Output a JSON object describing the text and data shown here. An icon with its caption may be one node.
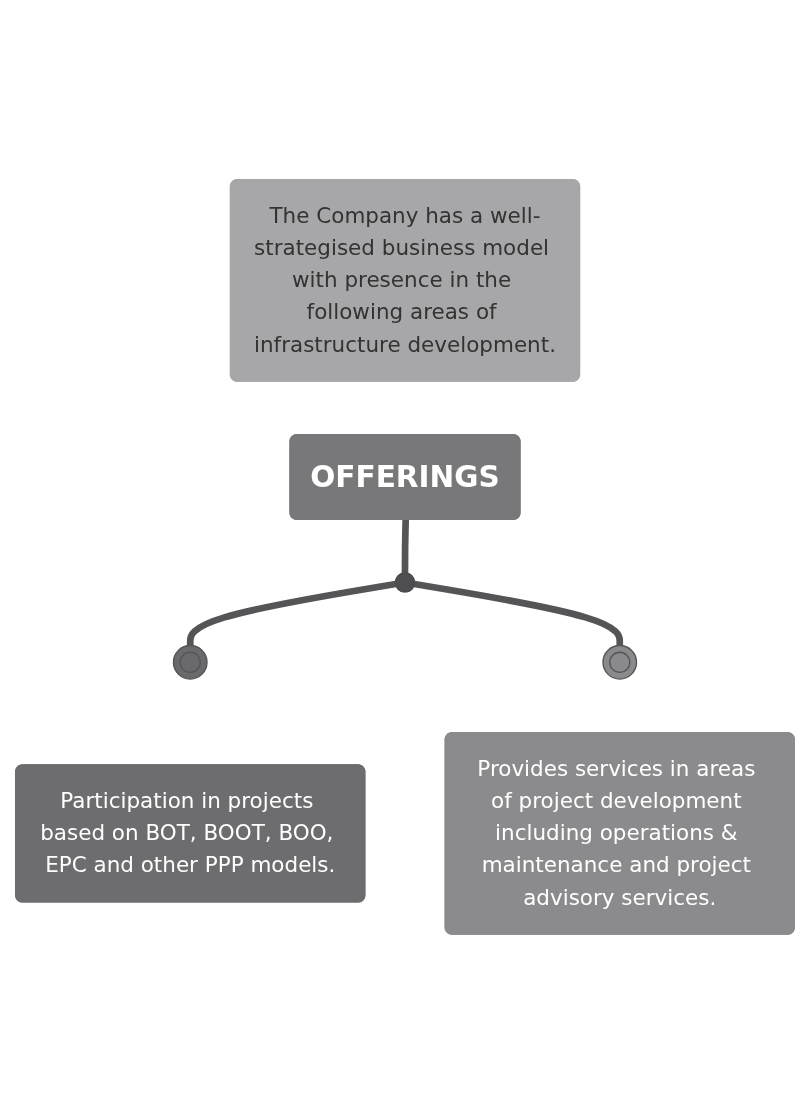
{
  "diagram": {
    "nodes": [
      {
        "text": [
          "The Company has a well-strategised business model with presence in the following areas of infrastructure development."
        ]
      },
      {
        "text": [
          "OFFERINGS"
        ]
      },
      {
        "text": [],
        "shape": "circle"
      },
      {
        "text": [],
        "shape": "circle"
      },
      {
        "text": [],
        "shape": "circle"
      },
      {
        "text": [
          "Participation in projects based on BOT, BOOT, BOO, EPC and other PPP models."
        ]
      },
      {
        "text": [
          "Provides services in areas of project development including operations & maintenance and project advisory services."
        ]
      }
    ],
    "edges": [
      {
        "from": 1,
        "to": 2,
        "arrow": "none"
      },
      {
        "from": 2,
        "to": 3,
        "arrow": "none"
      },
      {
        "from": 2,
        "to": 4,
        "arrow": "none"
      }
    ]
  }
}
